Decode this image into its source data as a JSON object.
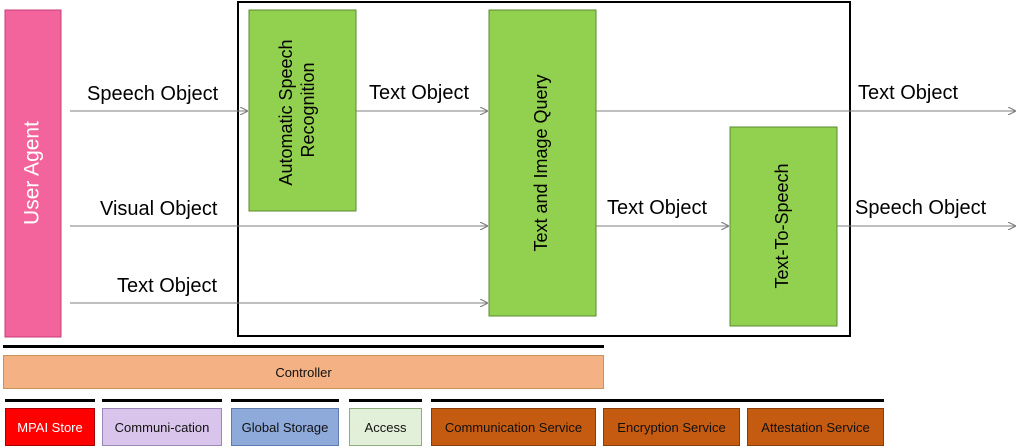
{
  "blocks": {
    "user_agent": "User Agent",
    "asr": [
      "Automatic Speech",
      "Recognition"
    ],
    "tiq": "Text and Image Query",
    "tts": "Text-To-Speech"
  },
  "flows": {
    "speech_in": "Speech Object",
    "visual_in": "Visual Object",
    "text_in": "Text Object",
    "asr_to_tiq": "Text Object",
    "tiq_to_tts": "Text Object",
    "text_out": "Text Object",
    "speech_out": "Speech Object"
  },
  "infrastructure": {
    "controller": "Controller",
    "mpai_store": "MPAI Store",
    "communication": "Communi-cation",
    "global_storage": "Global Storage",
    "access": "Access",
    "communication_service": "Communication Service",
    "encryption_service": "Encryption Service",
    "attestation_service": "Attestation Service"
  },
  "colors": {
    "user_agent": "#f4649c",
    "ai_module": "#92d050",
    "controller": "#f4b183",
    "mpai_store": "#ff0000",
    "communication": "#d9c4ec",
    "global_storage": "#8eaadb",
    "access": "#e2f0d9",
    "services": "#c55a11"
  }
}
